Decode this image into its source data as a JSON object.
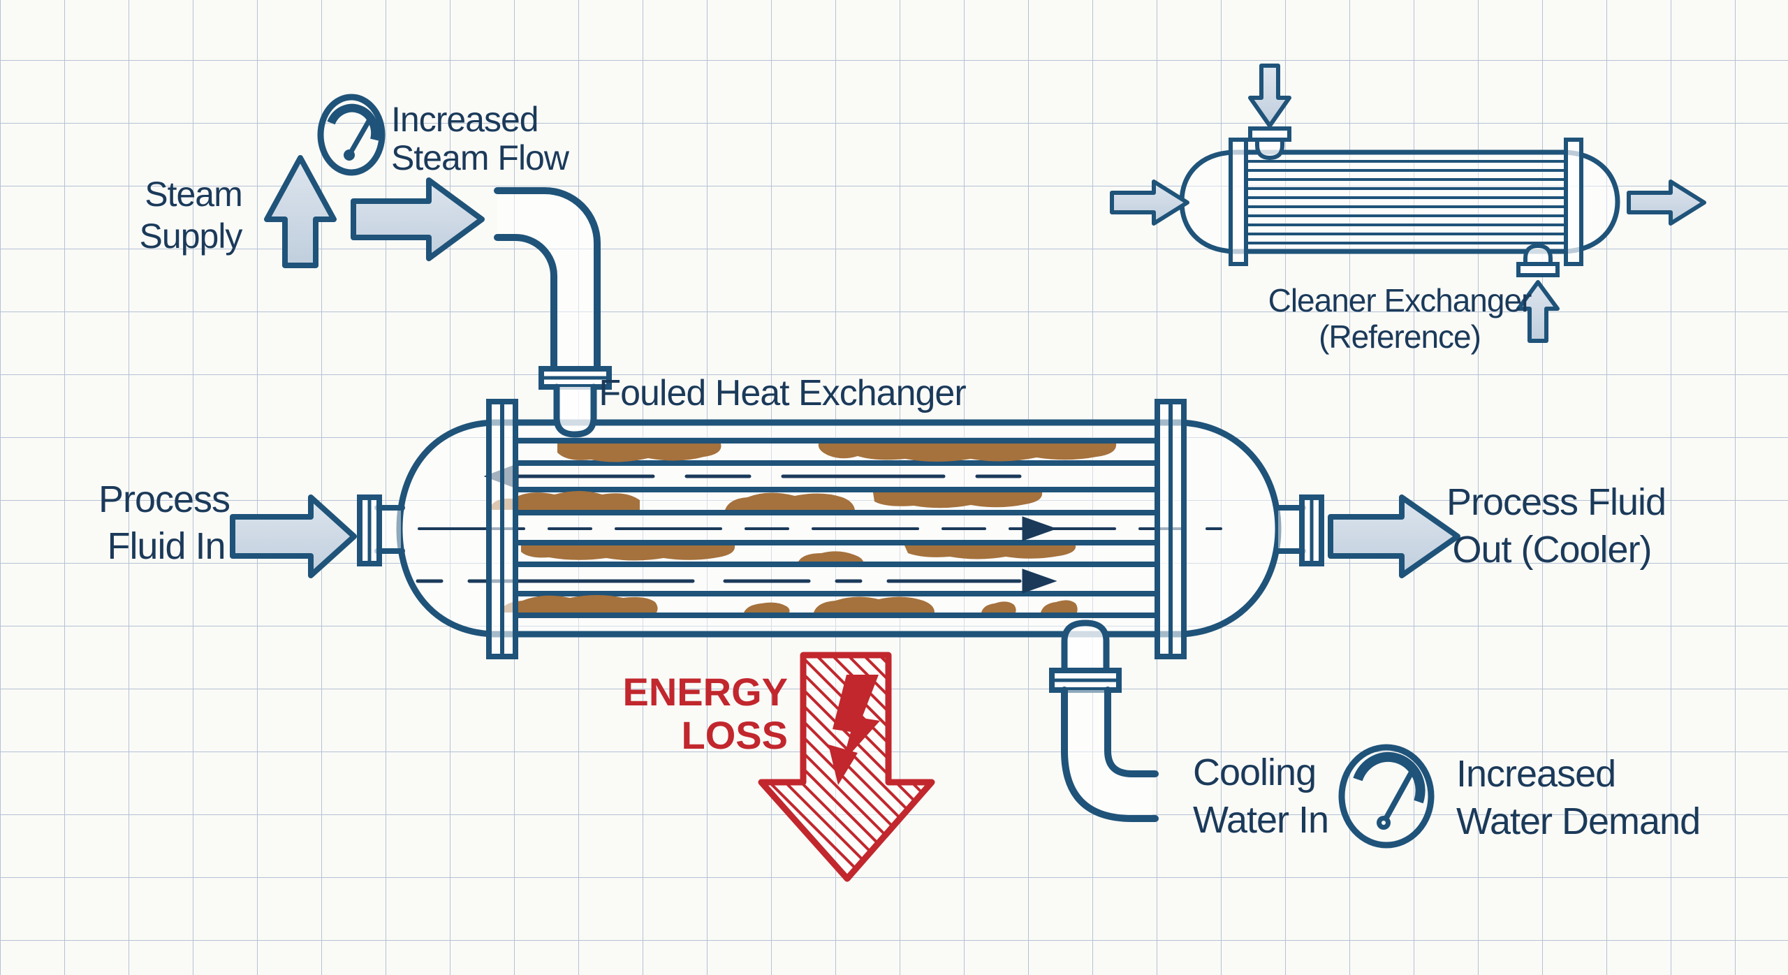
{
  "diagram": {
    "title": "Fouled Heat Exchanger",
    "reference_label": {
      "line1": "Cleaner Exchanger",
      "line2": "(Reference)"
    },
    "labels": {
      "steam_supply": {
        "line1": "Steam",
        "line2": "Supply"
      },
      "increased_steam_flow": {
        "line1": "Increased",
        "line2": "Steam Flow"
      },
      "process_fluid_in": {
        "line1": "Process",
        "line2": "Fluid In"
      },
      "process_fluid_out": {
        "line1": "Process Fluid",
        "line2": "Out (Cooler)"
      },
      "energy_loss": {
        "line1": "ENERGY",
        "line2": "LOSS"
      },
      "cooling_water_in": {
        "line1": "Cooling",
        "line2": "Water In"
      },
      "increased_water_demand": {
        "line1": "Increased",
        "line2": "Water Demand"
      }
    },
    "icons": [
      "gauge-icon",
      "up-arrow-icon",
      "right-arrow-icon",
      "down-arrow-icon",
      "energy-loss-arrow-icon",
      "lightning-bolt-icon"
    ],
    "colors": {
      "line_navy": "#1f5379",
      "text_navy": "#1b3a5a",
      "arrow_fill": "#cdd8e4",
      "alert_red": "#c1272d",
      "fouling_brown": "#a5713c",
      "grid_blue": "#b5c2d4",
      "background": "#fafaf7"
    }
  }
}
